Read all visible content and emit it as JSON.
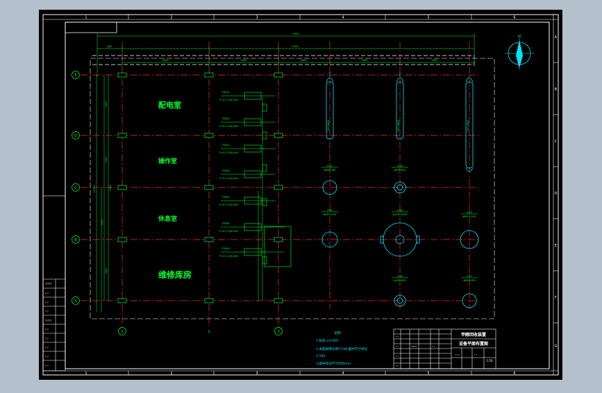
{
  "colors": {
    "background": "#b4c1cc",
    "sheet": "#000000",
    "frame": "#ffffff",
    "grid_lines": "#ff2a2a",
    "equipment": "#00e5ff",
    "dimensions": "#00ff30",
    "labels": "#00ff30"
  },
  "border": {
    "top_numbers": [
      "1",
      "2",
      "3",
      "4",
      "5",
      "6"
    ],
    "bottom_numbers": [
      "1",
      "2",
      "3",
      "4",
      "5",
      "6"
    ],
    "right_letters": [
      "A",
      "B",
      "C",
      "D",
      "E",
      "F",
      "G"
    ]
  },
  "axes": {
    "rows": [
      "E",
      "D",
      "C",
      "B",
      "A"
    ],
    "columns": [
      "1",
      "2",
      "3"
    ]
  },
  "rooms": [
    {
      "name": "配电室"
    },
    {
      "name": "操作室"
    },
    {
      "name": "休息室"
    },
    {
      "name": "维修库房"
    }
  ],
  "notes": {
    "title": "说明",
    "line1": "1.标高 ±0.000",
    "line2": "2.本图采用比例1:100,图中尺寸单位",
    "line3": "1:100",
    "line4": "3.图中标注尺寸均为mm"
  },
  "title_block": {
    "project": "甲醇回收装置",
    "drawing": "设备平面布置图",
    "scale": "1:50"
  },
  "compass": {
    "label": "N"
  }
}
